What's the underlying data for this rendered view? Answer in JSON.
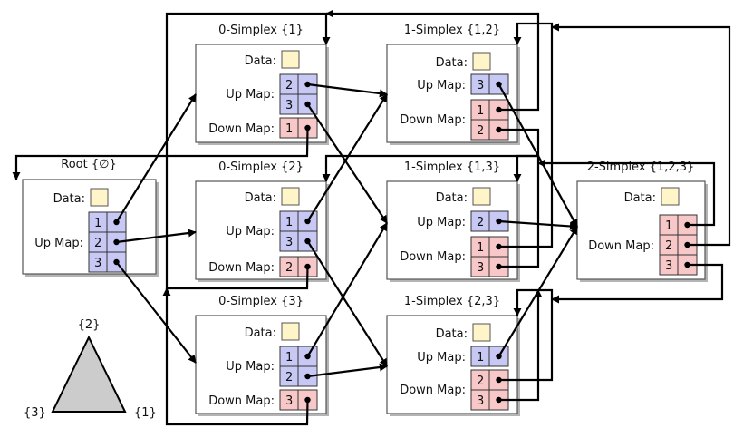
{
  "nodes": {
    "root": {
      "title": "Root {∅}",
      "data_label": "Data:",
      "up_label": "Up Map:",
      "up": [
        "1",
        "2",
        "3"
      ]
    },
    "s1": {
      "title": "0-Simplex {1}",
      "data_label": "Data:",
      "up_label": "Up Map:",
      "down_label": "Down Map:",
      "up": [
        "2",
        "3"
      ],
      "down": [
        "1"
      ]
    },
    "s2": {
      "title": "0-Simplex {2}",
      "data_label": "Data:",
      "up_label": "Up Map:",
      "down_label": "Down Map:",
      "up": [
        "1",
        "3"
      ],
      "down": [
        "2"
      ]
    },
    "s3": {
      "title": "0-Simplex {3}",
      "data_label": "Data:",
      "up_label": "Up Map:",
      "down_label": "Down Map:",
      "up": [
        "1",
        "2"
      ],
      "down": [
        "3"
      ]
    },
    "s12": {
      "title": "1-Simplex {1,2}",
      "data_label": "Data:",
      "up_label": "Up Map:",
      "down_label": "Down Map:",
      "up": [
        "3"
      ],
      "down": [
        "1",
        "2"
      ]
    },
    "s13": {
      "title": "1-Simplex {1,3}",
      "data_label": "Data:",
      "up_label": "Up Map:",
      "down_label": "Down Map:",
      "up": [
        "2"
      ],
      "down": [
        "1",
        "3"
      ]
    },
    "s23": {
      "title": "1-Simplex {2,3}",
      "data_label": "Data:",
      "up_label": "Up Map:",
      "down_label": "Down Map:",
      "up": [
        "1"
      ],
      "down": [
        "2",
        "3"
      ]
    },
    "s123": {
      "title": "2-Simplex {1,2,3}",
      "data_label": "Data:",
      "down_label": "Down Map:",
      "down": [
        "1",
        "2",
        "3"
      ]
    }
  },
  "triangle": {
    "top": "{2}",
    "left": "{3}",
    "right": "{1}"
  },
  "colors": {
    "up_cell": "#c8c8f4",
    "down_cell": "#f8c8c8",
    "data_cell": "#fff5c8",
    "box_shadow": "#b4b4b4",
    "triangle_fill": "#cccccc"
  }
}
